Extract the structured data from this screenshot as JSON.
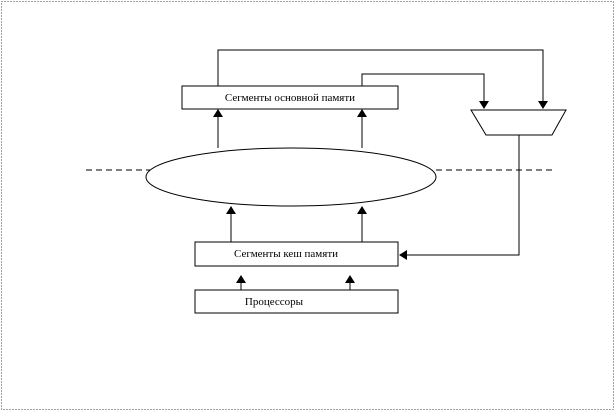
{
  "diagram": {
    "boxes": {
      "main_memory": {
        "label": "Сегменты  основной памяти"
      },
      "cache_memory": {
        "label": "Сегменты кеш памяти"
      },
      "processors": {
        "label": "Процессоры"
      }
    }
  },
  "colors": {
    "stroke": "#000000",
    "background": "#ffffff",
    "frame": "#444444"
  }
}
